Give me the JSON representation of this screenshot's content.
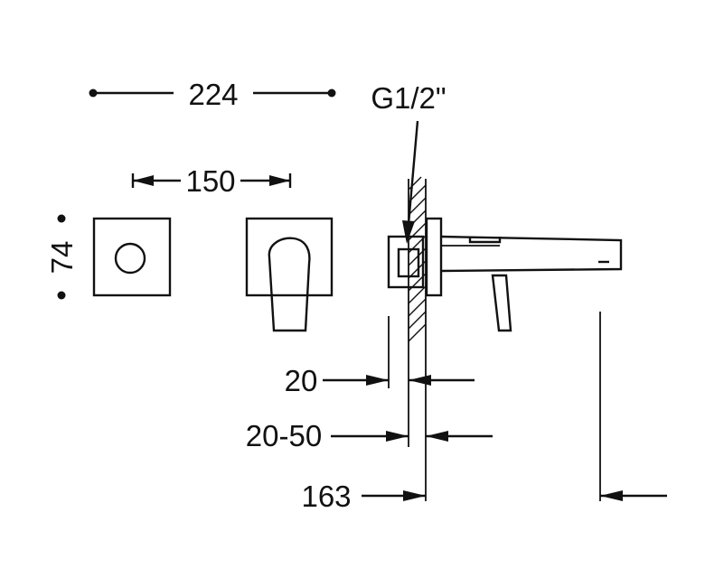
{
  "dimensions": {
    "overall_width": "224",
    "center_distance": "150",
    "plate_height": "74",
    "thread": "G1/2\"",
    "plate_offset": "20",
    "wall_range": "20-50",
    "spout_reach": "163"
  },
  "colors": {
    "line": "#111111",
    "background": "#ffffff"
  }
}
